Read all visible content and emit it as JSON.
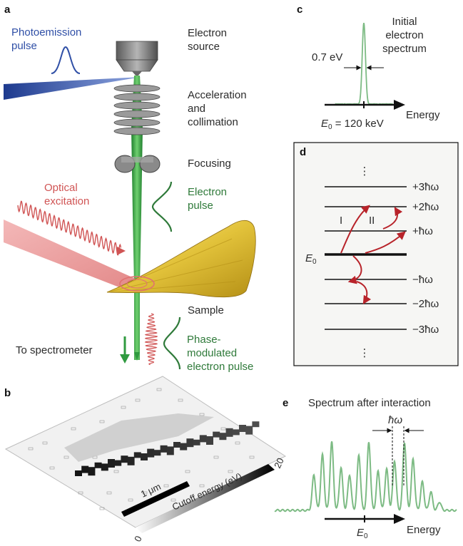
{
  "panels": {
    "a": {
      "letter": "a",
      "photoemission": "Photoemission\npulse",
      "electron_source": "Electron\nsource",
      "acceleration": "Acceleration\nand\ncollimation",
      "focusing": "Focusing",
      "optical_excitation": "Optical\nexcitation",
      "electron_pulse": "Electron\npulse",
      "sample": "Sample",
      "to_spectrometer": "To spectrometer",
      "phase_modulated": "Phase-\nmodulated\nelectron pulse"
    },
    "b": {
      "letter": "b",
      "scale_bar": "1 μm",
      "colorbar_label": "Cutoff energy (eV)",
      "colorbar_min": "0",
      "colorbar_max": "20"
    },
    "c": {
      "letter": "c",
      "fwhm": "0.7 eV",
      "initial_spectrum": "Initial\nelectron\nspectrum",
      "energy_axis": "Energy",
      "e0_value": "E0 = 120 keV",
      "e0_symbol": "E",
      "e0_sub": "0",
      "e0_rest": " = 120 keV"
    },
    "d": {
      "letter": "d",
      "levels": [
        "+3ħω",
        "+2ħω",
        "+ħω",
        "−ħω",
        "−2ħω",
        "−3ħω"
      ],
      "e0_symbol": "E",
      "e0_sub": "0",
      "process_1": "I",
      "process_2": "II",
      "dots": "⋮"
    },
    "e": {
      "letter": "e",
      "title": "Spectrum after interaction",
      "hw": "ħω",
      "energy_axis": "Energy",
      "e0_symbol": "E",
      "e0_sub": "0"
    }
  },
  "colors": {
    "electron_green": "#2f9a3f",
    "beam_green": "#3fae4e",
    "spectrum_green": "#7dbb84",
    "photo_blue": "#2f4fa6",
    "laser_red": "#d96a6a",
    "arrow_red": "#b8232a",
    "sample_gold": "#e2c23a",
    "level_line": "#111111",
    "panel_d_bg": "#f6f6f4"
  }
}
